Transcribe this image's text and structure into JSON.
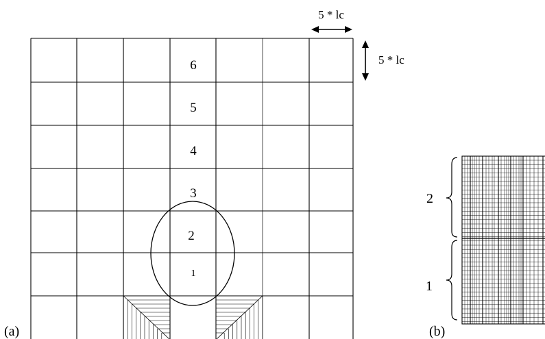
{
  "panel_a": {
    "label": "(a)",
    "row_numbers": [
      "1",
      "2",
      "3",
      "4",
      "5",
      "6"
    ],
    "width_annotation": "5 * lc",
    "height_annotation": "5 * lc"
  },
  "panel_b": {
    "label": "(b)",
    "brace_labels": [
      "2",
      "1"
    ]
  },
  "colors": {
    "line": "#000000",
    "background": "#ffffff"
  }
}
